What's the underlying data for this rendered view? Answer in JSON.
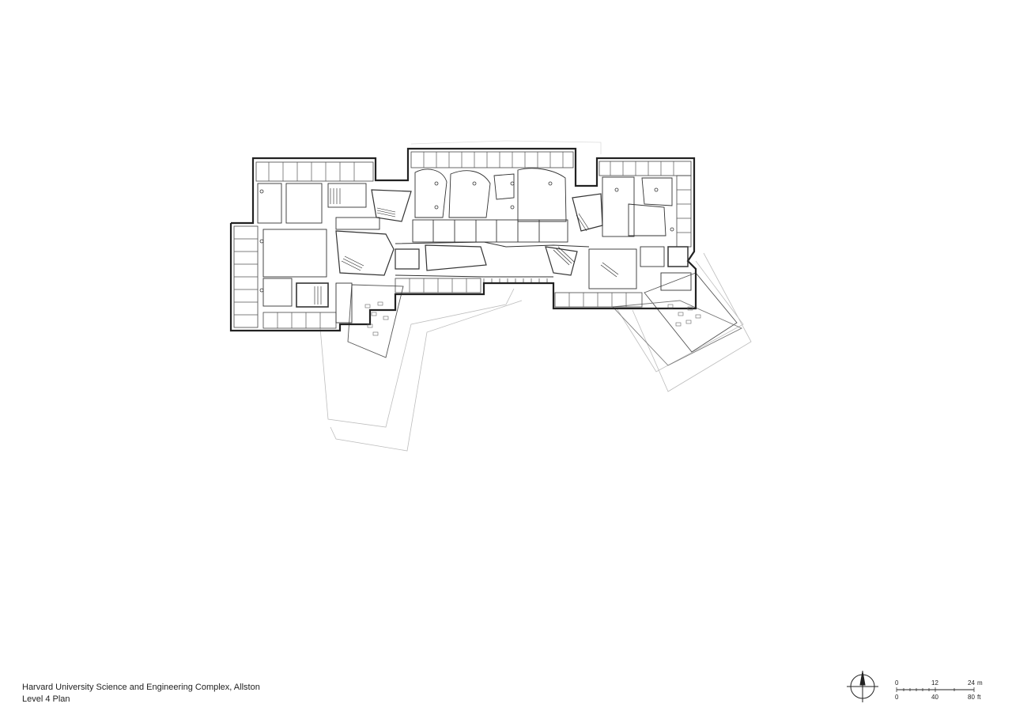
{
  "caption": {
    "title": "Harvard University Science and Engineering Complex, Allston",
    "subtitle": "Level 4 Plan"
  },
  "scale_bar": {
    "metric_ticks": [
      "0",
      "12",
      "24"
    ],
    "metric_unit": "m",
    "imperial_ticks": [
      "0",
      "40",
      "80"
    ],
    "imperial_unit": "ft"
  },
  "icons": {
    "north_arrow": "north-arrow-icon"
  },
  "colors": {
    "line": "#333333",
    "light_line": "#b8b8b8",
    "background": "#ffffff"
  }
}
